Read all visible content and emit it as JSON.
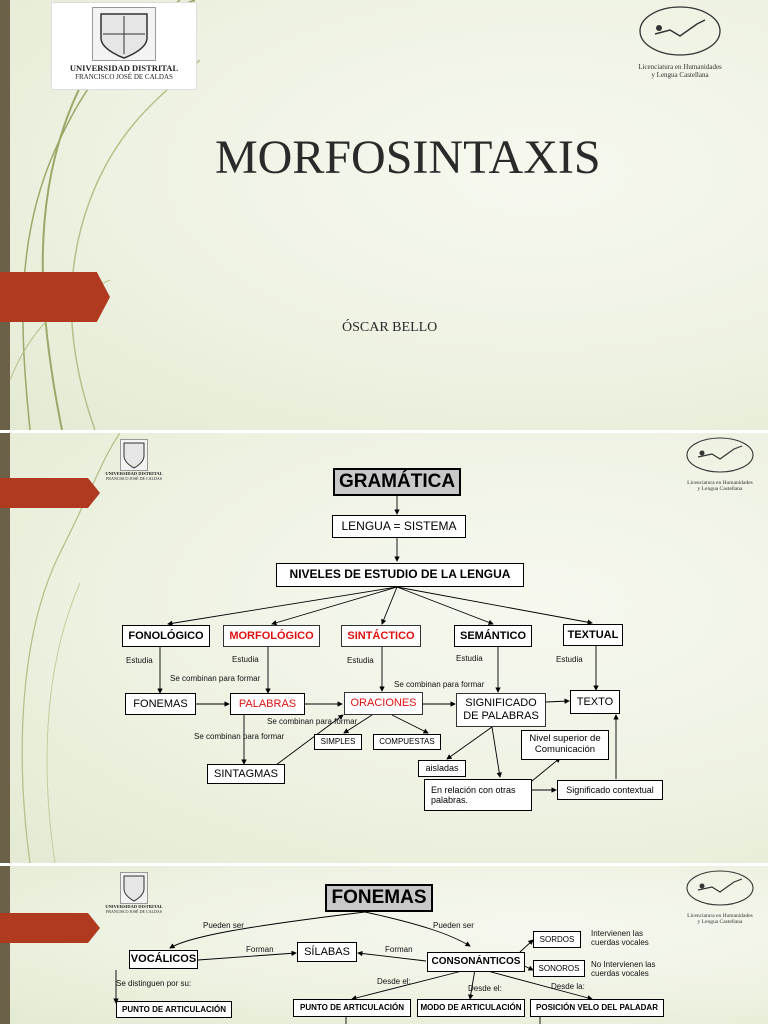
{
  "logos": {
    "university_name": "UNIVERSIDAD DISTRITAL",
    "university_subname": "FRANCISCO JOSÉ DE CALDAS",
    "program_line1": "Licenciatura en Humanidades",
    "program_line2": "y Lengua Castellana"
  },
  "slide1": {
    "title": "MORFOSINTAXIS",
    "author": "ÓSCAR BELLO"
  },
  "slide2": {
    "nodes": {
      "gramatica": "GRAMÁTICA",
      "lengua": "LENGUA = SISTEMA",
      "niveles": "NIVELES DE ESTUDIO DE LA LENGUA",
      "fonologico": "FONOLÓGICO",
      "morfologico": "MORFOLÓGICO",
      "sintactico": "SINTÁCTICO",
      "semantico": "SEMÁNTICO",
      "textual": "TEXTUAL",
      "fonemas": "FONEMAS",
      "palabras": "PALABRAS",
      "oraciones": "ORACIONES",
      "significado": "SIGNIFICADO DE PALABRAS",
      "texto": "TEXTO",
      "simples": "SIMPLES",
      "compuestas": "COMPUESTAS",
      "nivel_superior": "Nivel superior de Comunicación",
      "sintagmas": "SINTAGMAS",
      "aisladas": "aisladas",
      "relacion": "En relación con otras palabras.",
      "contextual": "Significado contextual"
    },
    "labels": {
      "estudia": "Estudia",
      "se_combinan": "Se combinan para formar"
    }
  },
  "slide3": {
    "nodes": {
      "fonemas": "FONEMAS",
      "vocalicos": "VOCÁLICOS",
      "silabas": "SÍLABAS",
      "consonanticos": "CONSONÁNTICOS",
      "sordos": "SORDOS",
      "sonoros": "SONOROS",
      "punto_art_left": "PUNTO DE ARTICULACIÓN",
      "punto_art": "PUNTO DE ARTICULACIÓN",
      "modo_art": "MODO DE ARTICULACIÓN",
      "posicion_velo": "POSICIÓN VELO DEL PALADAR"
    },
    "labels": {
      "pueden_ser_l": "Pueden ser",
      "pueden_ser_r": "Pueden ser",
      "forman_l": "Forman",
      "forman_r": "Forman",
      "se_distinguen": "Se distinguen por su:",
      "intervienen": "Intervienen las cuerdas vocales",
      "no_intervienen": "No Intervienen las cuerdas vocales",
      "desde_el_1": "Desde el:",
      "desde_el_2": "Desde el:",
      "desde_la": "Desde la:"
    }
  }
}
